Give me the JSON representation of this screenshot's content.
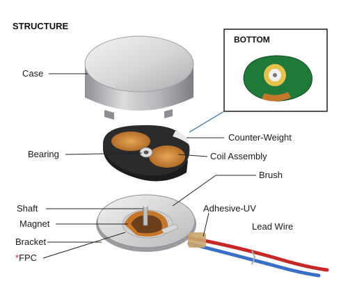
{
  "title": "STRUCTURE",
  "inset": {
    "title": "BOTTOM"
  },
  "labels": {
    "case": "Case",
    "bearing": "Bearing",
    "counter_weight": "Counter-Weight",
    "coil_assembly": "Coil Assembly",
    "brush": "Brush",
    "shaft": "Shaft",
    "magnet": "Magnet",
    "bracket": "Bracket",
    "fpc_mark": "*",
    "fpc": "FPC",
    "adhesive_uv": "Adhesive-UV",
    "lead_wire": "Lead Wire"
  },
  "colors": {
    "case_metal": "#c9cacc",
    "rotor_dark": "#2b2b2b",
    "coil_copper": "#c8832f",
    "pcb_green": "#1f7a3a",
    "inset_frame": "#2f6fa8",
    "wire_red": "#c62828",
    "wire_blue": "#3a6fc8",
    "fpc_mark": "#d21f1f"
  }
}
